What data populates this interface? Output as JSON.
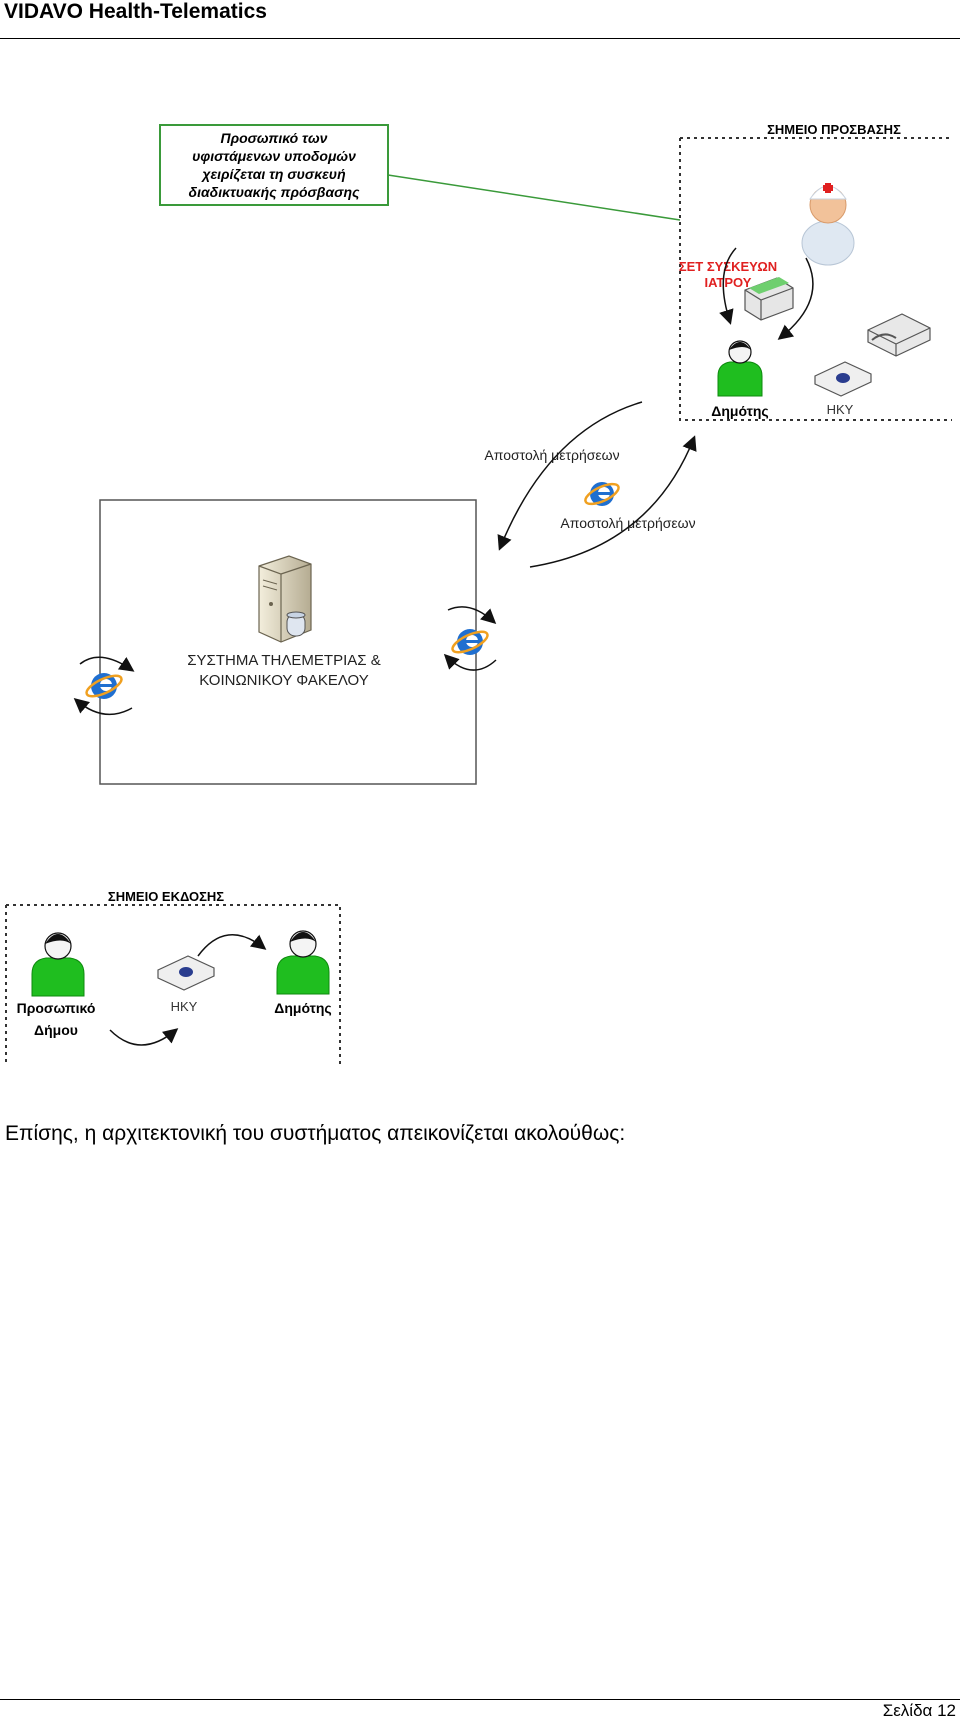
{
  "header": {
    "title": "VIDAVO Health-Telematics"
  },
  "diagram": {
    "note_lines": [
      "Προσωπικό των",
      "υφιστάμενων υποδομών",
      "χειρίζεται τη συσκευή",
      "διαδικτυακής πρόσβασης"
    ],
    "access_point": {
      "title": "ΣΗΜΕΙΟ ΠΡΟΣΒΑΣΗΣ",
      "device_set_line1": "ΣΕΤ ΣΥΣΚΕΥΩΝ",
      "device_set_line2": "ΙΑΤΡΟΥ",
      "citizen_label": "Δημότης",
      "card_label": "HKY"
    },
    "send_label_top": "Αποστολή μετρήσεων",
    "send_label_bottom": "Αποστολή μετρήσεων",
    "system": {
      "line1": "ΣΥΣΤΗΜΑ ΤΗΛΕΜΕΤΡΙΑΣ &",
      "line2": "ΚΟΙΝΩΝΙΚΟΥ ΦΑΚΕΛΟΥ"
    },
    "issue_point": {
      "title": "ΣΗΜΕΙΟ ΕΚΔΟΣΗΣ",
      "staff_line1": "Προσωπικό",
      "staff_line2": "Δήμου",
      "card_label": "HKY",
      "citizen_label": "Δημότης"
    },
    "colors": {
      "note_border": "#3a9a3a",
      "person_green": "#1fbe1f",
      "red_label": "#e02020",
      "ie_blue": "#1f6fd0",
      "ie_orange": "#f0a020"
    },
    "icons": [
      "doctor-icon",
      "device-set-icon",
      "card-reader-icon",
      "smart-card-icon",
      "person-icon",
      "server-icon",
      "ie-icon"
    ]
  },
  "body_text": "Επίσης, η αρχιτεκτονική του συστήματος απεικονίζεται ακολούθως:",
  "footer": {
    "page_label": "Σελίδα 12"
  }
}
